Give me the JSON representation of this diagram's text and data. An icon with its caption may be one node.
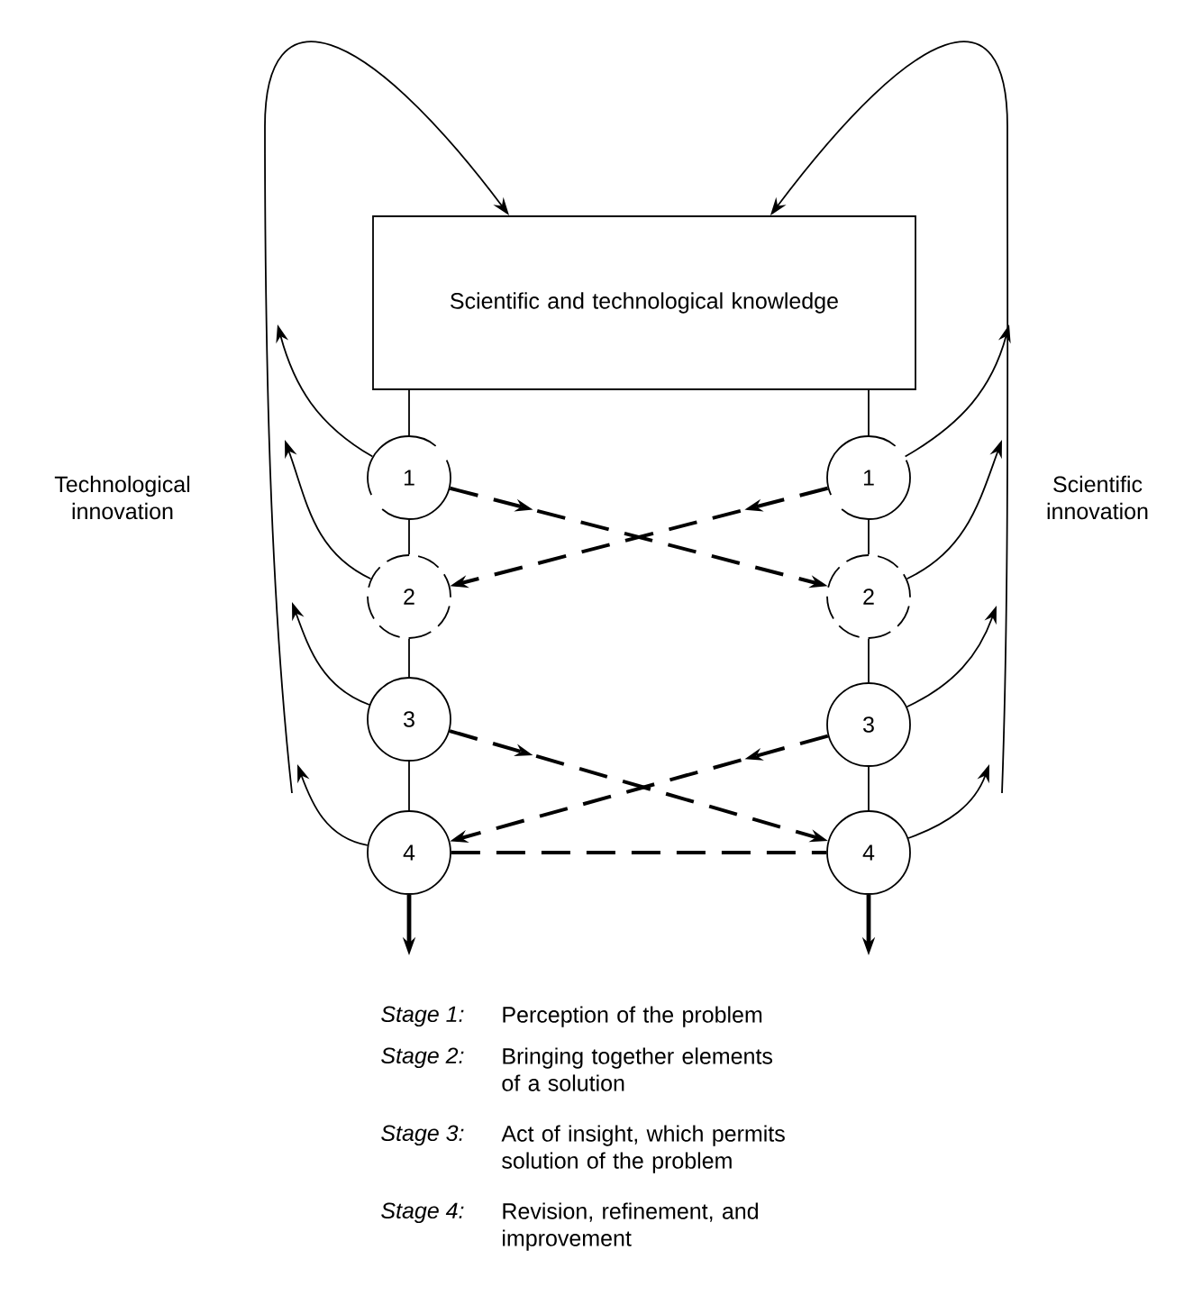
{
  "diagram": {
    "nodes": [
      {
        "text": [
          "Scientific and technological knowledge"
        ]
      },
      {
        "text": [
          "1"
        ]
      },
      {
        "text": [
          "2"
        ]
      },
      {
        "text": [
          "3"
        ]
      },
      {
        "text": [
          "4"
        ]
      },
      {
        "text": [
          "1"
        ]
      },
      {
        "text": [
          "2"
        ]
      },
      {
        "text": [
          "3"
        ]
      },
      {
        "text": [
          "4"
        ]
      }
    ],
    "edges": [
      {
        "from": 0,
        "to": 1,
        "arrow": "none"
      },
      {
        "from": 1,
        "to": 2,
        "arrow": "none"
      },
      {
        "from": 2,
        "to": 3,
        "arrow": "none"
      },
      {
        "from": 3,
        "to": 4,
        "arrow": "none"
      },
      {
        "from": 0,
        "to": 5,
        "arrow": "none"
      },
      {
        "from": 5,
        "to": 6,
        "arrow": "none"
      },
      {
        "from": 6,
        "to": 7,
        "arrow": "none"
      },
      {
        "from": 7,
        "to": 8,
        "arrow": "none"
      },
      {
        "from": 1,
        "to": 6,
        "arrow": "to",
        "style": "dashed"
      },
      {
        "from": 5,
        "to": 2,
        "arrow": "to",
        "style": "dashed"
      },
      {
        "from": 3,
        "to": 8,
        "arrow": "to",
        "style": "dashed"
      },
      {
        "from": 7,
        "to": 4,
        "arrow": "to",
        "style": "dashed"
      },
      {
        "from": 4,
        "to": 8,
        "arrow": "none",
        "style": "dashed"
      },
      {
        "from": 4,
        "to": null,
        "arrow": "to",
        "style": "thick"
      },
      {
        "from": 8,
        "to": null,
        "arrow": "to",
        "style": "thick"
      },
      {
        "from": 1,
        "to": null,
        "arrow": "to"
      },
      {
        "from": 2,
        "to": null,
        "arrow": "to"
      },
      {
        "from": 3,
        "to": null,
        "arrow": "to"
      },
      {
        "from": 4,
        "to": null,
        "arrow": "to"
      },
      {
        "from": 5,
        "to": null,
        "arrow": "to"
      },
      {
        "from": 6,
        "to": null,
        "arrow": "to"
      },
      {
        "from": 7,
        "to": null,
        "arrow": "to"
      },
      {
        "from": 8,
        "to": null,
        "arrow": "to"
      },
      {
        "from": null,
        "to": 0,
        "arrow": "to"
      },
      {
        "from": null,
        "to": 0,
        "arrow": "to"
      }
    ],
    "labels": [
      "Technological innovation",
      "Scientific innovation",
      "Stage 1:",
      "Perception of the problem",
      "Stage 2:",
      "Bringing together elements of a solution",
      "Stage 3:",
      "Act of insight, which permits solution of the problem",
      "Stage 4:",
      "Revision, refinement, and improvement"
    ]
  }
}
